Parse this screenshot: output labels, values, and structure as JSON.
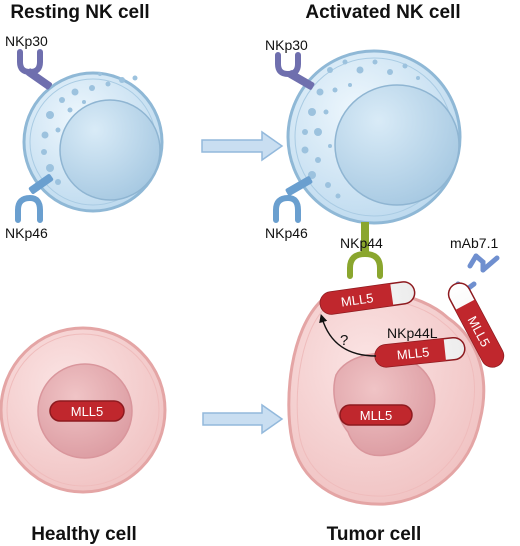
{
  "titles": {
    "resting": "Resting NK cell",
    "activated": "Activated NK cell",
    "healthy": "Healthy cell",
    "tumor": "Tumor cell"
  },
  "labels": {
    "nkp30_resting": "NKp30",
    "nkp46_resting": "NKp46",
    "nkp30_activated": "NKp30",
    "nkp46_activated": "NKp46",
    "nkp44": "NKp44",
    "mab": "mAb7.1",
    "nkp44l": "NKp44L",
    "question": "?"
  },
  "proteins": {
    "mll5_healthy": "MLL5",
    "mll5_tumor_nucleus": "MLL5",
    "mll5_cytoplasm": "MLL5",
    "mll5_surface_left": "MLL5",
    "mll5_surface_right": "MLL5"
  },
  "colors": {
    "nk_cell": "#cfe6f5",
    "nk_membrane": "#8fb8d6",
    "nk_nucleus": "#b9d6ea",
    "receptor_nkp30": "#6f6fae",
    "receptor_nkp46": "#6a9fcf",
    "receptor_nkp44": "#8aa62e",
    "antibody": "#6f8fcf",
    "target_cell": "#f7cfcf",
    "target_membrane": "#e4a5a5",
    "target_nucleus": "#e9b2b6",
    "mll5": "#c0272d",
    "arrow": "#b8d3ec"
  }
}
